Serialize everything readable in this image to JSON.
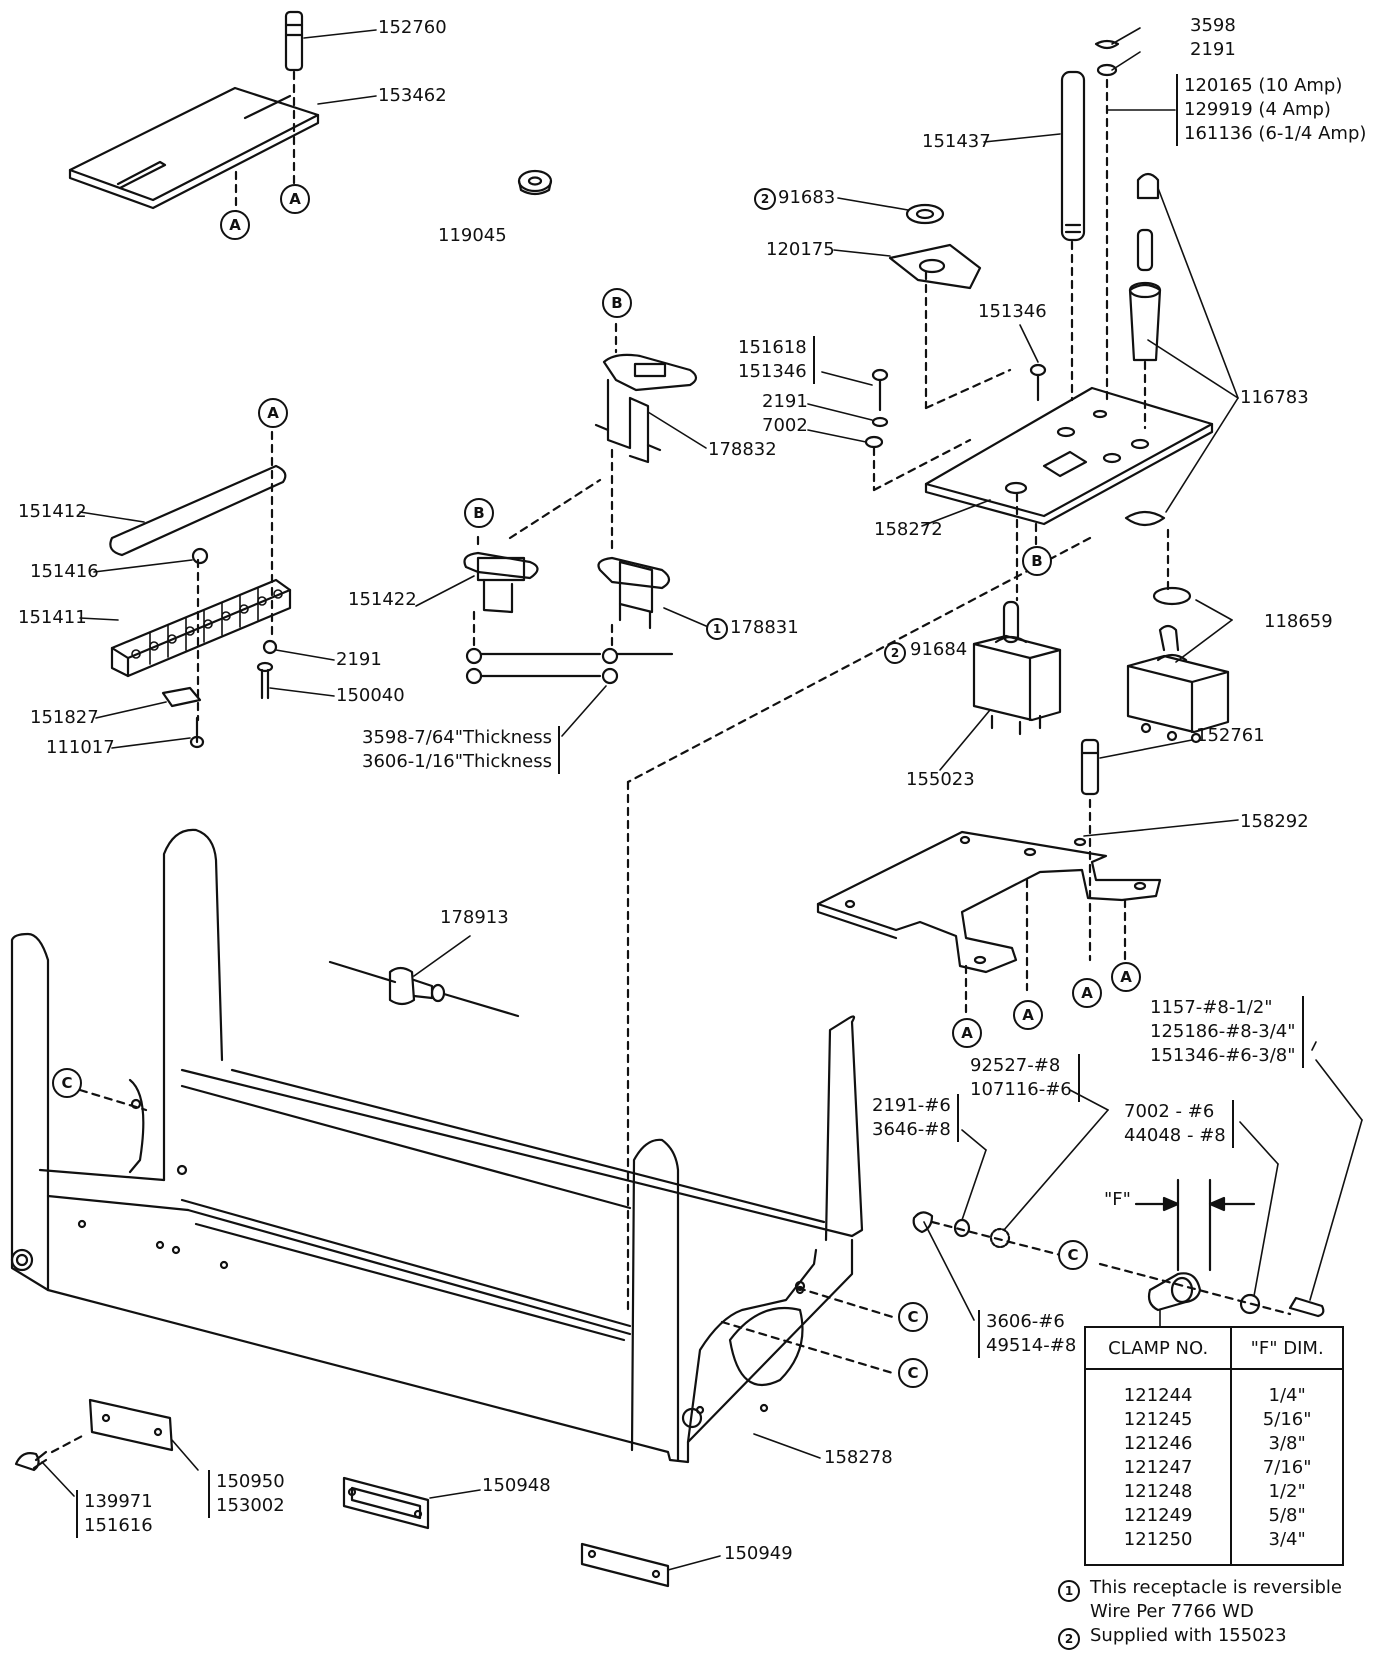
{
  "part_labels": {
    "p152760": "152760",
    "p153462": "153462",
    "p119045": "119045",
    "p3598_top": "3598",
    "p2191_top": "2191",
    "fuse_ratings": [
      "120165 (10 Amp)",
      "129919 (4 Amp)",
      "161136 (6-1/4 Amp)"
    ],
    "p151437": "151437",
    "p91683": "91683",
    "p120175": "120175",
    "p151346_mid": "151346",
    "p151618_group": [
      "151618",
      "151346"
    ],
    "p2191_mid": "2191",
    "p7002_mid": "7002",
    "p116783": "116783",
    "p178832": "178832",
    "p158272": "158272",
    "p151412": "151412",
    "p151416": "151416",
    "p151411": "151411",
    "p2191_left": "2191",
    "p150040": "150040",
    "p151827": "151827",
    "p111017": "111017",
    "p151422": "151422",
    "p178831": "178831",
    "thickness_group": [
      "3598-7/64\"Thickness",
      "3606-1/16\"Thickness"
    ],
    "p91684": "91684",
    "p118659": "118659",
    "p155023": "155023",
    "p152761": "152761",
    "p158292": "158292",
    "p178913": "178913",
    "screw_group": [
      "1157-#8-1/2\"",
      "125186-#8-3/4\"",
      "151346-#6-3/8\""
    ],
    "lockwasher_group": [
      "92527-#8",
      "107116-#6"
    ],
    "washer_group_a": [
      "2191-#6",
      "3646-#8"
    ],
    "washer_group_b": [
      "7002 - #6",
      "44048 - #8"
    ],
    "nut_group": [
      "3606-#6",
      "49514-#8"
    ],
    "f_dim_label": "\"F\"",
    "p158278": "158278",
    "left_screw_group": [
      "139971",
      "151616"
    ],
    "plate_group": [
      "150950",
      "153002"
    ],
    "p150948": "150948",
    "p150949": "150949"
  },
  "callouts": {
    "a": "A",
    "b": "B",
    "c": "C",
    "note1_mark": "1",
    "note2_mark": "2"
  },
  "clamp_table": {
    "headers": [
      "CLAMP NO.",
      "\"F\"  DIM."
    ],
    "rows": [
      [
        "121244",
        "1/4\""
      ],
      [
        "121245",
        "5/16\""
      ],
      [
        "121246",
        "3/8\""
      ],
      [
        "121247",
        "7/16\""
      ],
      [
        "121248",
        "1/2\""
      ],
      [
        "121249",
        "5/8\""
      ],
      [
        "121250",
        "3/4\""
      ]
    ]
  },
  "notes": {
    "note1_line1": "This receptacle is reversible",
    "note1_line2": "Wire Per 7766 WD",
    "note2": "Supplied with 155023"
  }
}
